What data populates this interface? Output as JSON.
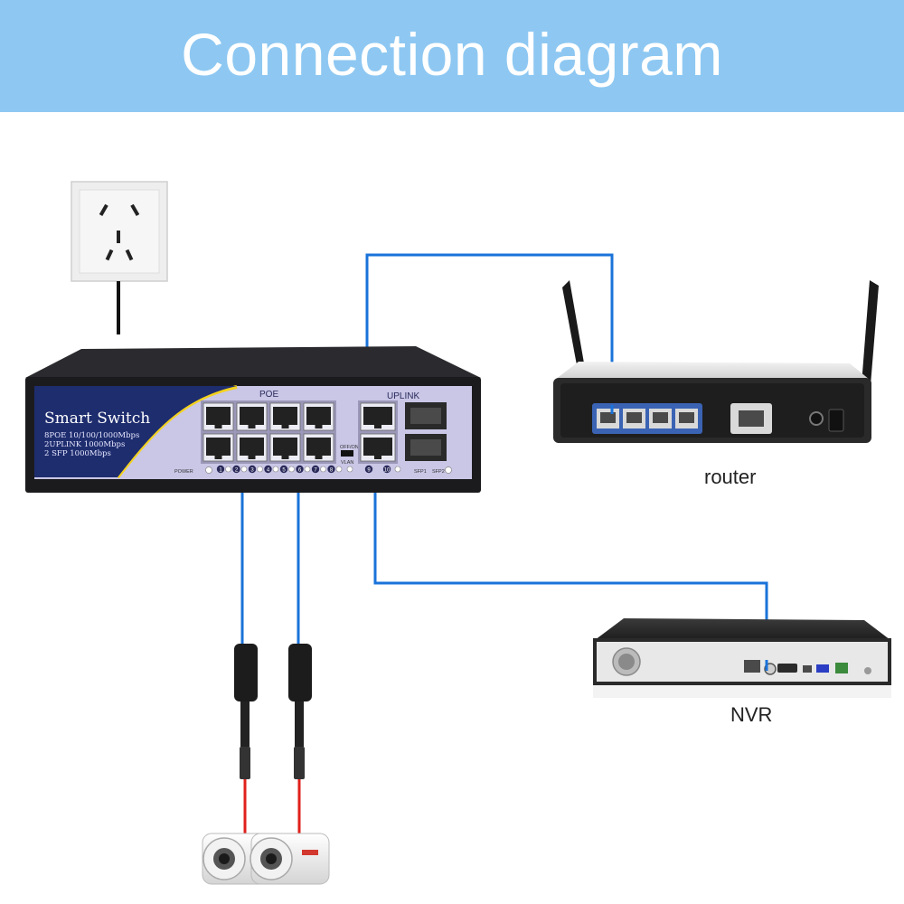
{
  "banner": {
    "title": "Connection diagram"
  },
  "switch": {
    "brand": "Smart Switch",
    "spec_line_1": "8POE 10/100/1000Mbps",
    "spec_line_2": "2UPLINK 1000Mbps",
    "spec_line_3": "2 SFP 1000Mbps",
    "poe_label": "POE",
    "uplink_label": "UPLINK",
    "power_label": "POWER",
    "vlan_label": "VLAN",
    "vlan_switch_label": "OFF/ON",
    "sfp1_label": "SFP1",
    "sfp2_label": "SFP2",
    "port_numbers": [
      "1",
      "2",
      "3",
      "4",
      "5",
      "6",
      "7",
      "8",
      "9",
      "10"
    ]
  },
  "devices": {
    "router_label": "router",
    "nvr_label": "NVR"
  },
  "colors": {
    "banner": "#8ec8f2",
    "cable_blue": "#1a73d9",
    "cable_red": "#e0201c",
    "switch_face": "#c9c6e6",
    "switch_body": "#1b1b1e"
  }
}
